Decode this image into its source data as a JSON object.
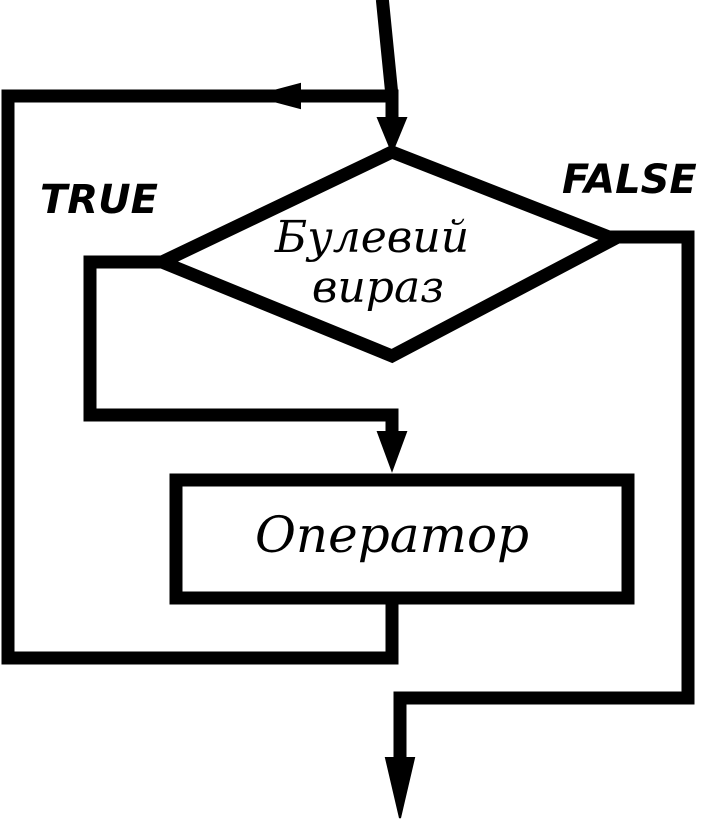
{
  "diagram": {
    "type": "flowchart",
    "condition": {
      "line1": "Булевий",
      "line2": "вираз"
    },
    "statement": {
      "label": "Оператор"
    },
    "branches": {
      "true_label": "TRUE",
      "false_label": "FALSE"
    },
    "colors": {
      "stroke": "#000000",
      "background": "#ffffff"
    }
  }
}
